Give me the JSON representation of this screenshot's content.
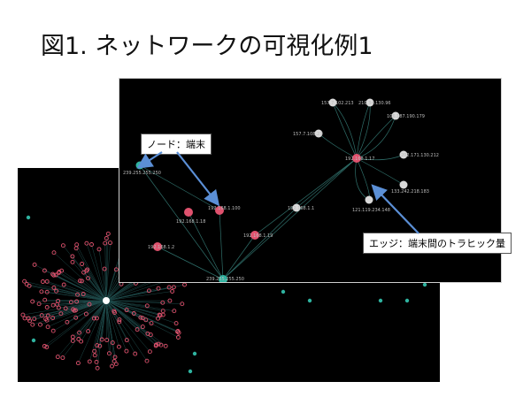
{
  "slide": {
    "title": "図1. ネットワークの可視化例1"
  },
  "callouts": {
    "node": "ノード：端末",
    "edge": "エッジ：端末間のトラヒック量"
  },
  "colors": {
    "background": "#000000",
    "node_pink": "#e0526e",
    "node_teal": "#2fb3a0",
    "node_gray": "#d9d9d9",
    "arrow": "#5b8fd6"
  },
  "nodes": [
    {
      "id": "n1",
      "label": "239.255.255.250",
      "type": "teal"
    },
    {
      "id": "n2",
      "label": "192.168.1.18",
      "type": "pink"
    },
    {
      "id": "n3",
      "label": "192.168.1.100",
      "type": "pink"
    },
    {
      "id": "n4",
      "label": "192.168.1.2",
      "type": "pink"
    },
    {
      "id": "n5",
      "label": "192.168.1.19",
      "type": "pink"
    },
    {
      "id": "n6",
      "label": "239.255.255.250",
      "type": "teal"
    },
    {
      "id": "n7",
      "label": "192.168.1.1",
      "type": "gray"
    },
    {
      "id": "n8",
      "label": "192.168.1.17",
      "type": "pink"
    },
    {
      "id": "n9",
      "label": "157.7.102.213",
      "type": "gray"
    },
    {
      "id": "n10",
      "label": "210.34.130.96",
      "type": "gray"
    },
    {
      "id": "n11",
      "label": "157.7.108.23",
      "type": "gray"
    },
    {
      "id": "n12",
      "label": "106.187.190.179",
      "type": "gray"
    },
    {
      "id": "n13",
      "label": "202.171.130.212",
      "type": "gray"
    },
    {
      "id": "n14",
      "label": "133.242.218.183",
      "type": "gray"
    },
    {
      "id": "n15",
      "label": "121.119.234.148",
      "type": "gray"
    }
  ]
}
